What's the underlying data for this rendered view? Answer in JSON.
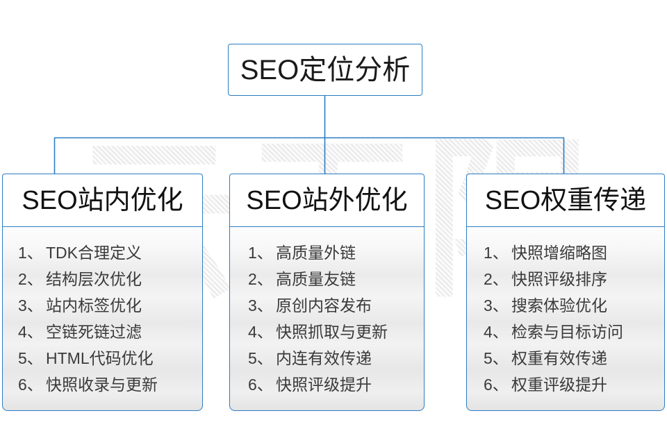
{
  "diagram": {
    "title": "SEO定位分析",
    "watermark_text": "云无限",
    "accent_color": "#2b7cc4",
    "text_color": "#1a1a1a",
    "list_text_color": "#3a3a3a",
    "root": {
      "label": "SEO定位分析"
    },
    "columns": [
      {
        "header": "SEO站内优化",
        "items": [
          {
            "num": "1、",
            "text": "TDK合理定义"
          },
          {
            "num": "2、",
            "text": "结构层次优化"
          },
          {
            "num": "3、",
            "text": "站内标签优化"
          },
          {
            "num": "4、",
            "text": "空链死链过滤"
          },
          {
            "num": "5、",
            "text": "HTML代码优化"
          },
          {
            "num": "6、",
            "text": "快照收录与更新"
          }
        ]
      },
      {
        "header": "SEO站外优化",
        "items": [
          {
            "num": "1、",
            "text": "高质量外链"
          },
          {
            "num": "2、",
            "text": "高质量友链"
          },
          {
            "num": "3、",
            "text": "原创内容发布"
          },
          {
            "num": "4、",
            "text": "快照抓取与更新"
          },
          {
            "num": "5、",
            "text": "内连有效传递"
          },
          {
            "num": "6、",
            "text": "快照评级提升"
          }
        ]
      },
      {
        "header": "SEO权重传递",
        "items": [
          {
            "num": "1、",
            "text": "快照增缩略图"
          },
          {
            "num": "2、",
            "text": "快照评级排序"
          },
          {
            "num": "3、",
            "text": "搜索体验优化"
          },
          {
            "num": "4、",
            "text": "检索与目标访问"
          },
          {
            "num": "5、",
            "text": "权重有效传递"
          },
          {
            "num": "6、",
            "text": "权重评级提升"
          }
        ]
      }
    ]
  }
}
